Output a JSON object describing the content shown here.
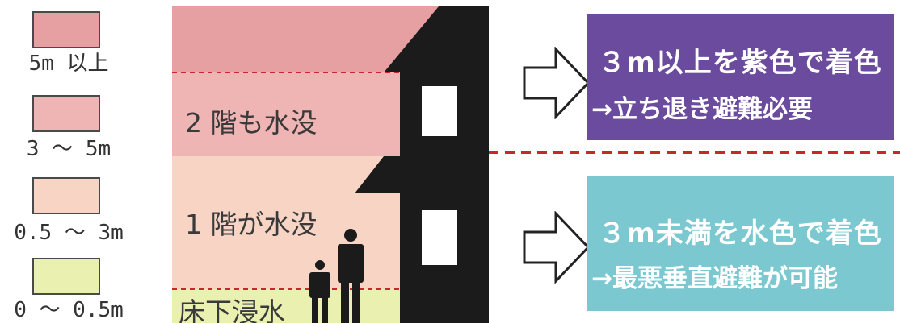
{
  "colors": {
    "depth_5m_plus": "#e7a0a2",
    "depth_3_5m": "#efb5b4",
    "depth_05_3m": "#f7d4c4",
    "depth_0_05m": "#eaf0b0",
    "silhouette": "#1b1b1b",
    "divider": "#c8282c",
    "purple_box": "#6b4b9e",
    "cyan_box": "#7cc8d0"
  },
  "legend": [
    {
      "label": "5m 以上",
      "color": "#e7a0a2"
    },
    {
      "label": "3 ～ 5m",
      "color": "#efb5b4"
    },
    {
      "label": "0.5 ～ 3m",
      "color": "#f7d4c4"
    },
    {
      "label": "0 ～ 0.5m",
      "color": "#eaf0b0"
    }
  ],
  "diagram": {
    "band_labels": {
      "floor2": "2 階も水没",
      "floor1": "1 階が水没",
      "underfloor": "床下浸水"
    }
  },
  "callouts": {
    "top": {
      "line1": "３m以上を紫色で着色",
      "line2": "→立ち退き避難必要"
    },
    "bottom": {
      "line1": "３m未満を水色で着色",
      "line2": "→最悪垂直避難が可能"
    }
  },
  "icons": {
    "arrow": "hollow-right-arrow-icon",
    "house": "house-silhouette",
    "people": "person-silhouette-icon"
  }
}
